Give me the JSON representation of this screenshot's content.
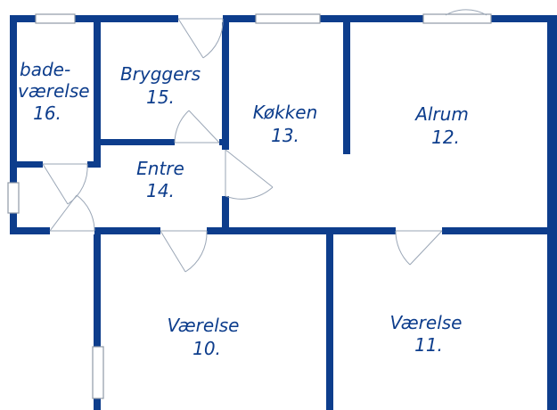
{
  "colors": {
    "wall": "#0d3d8c",
    "label": "#0d3d8c",
    "fixture": "#9aa6b6",
    "background": "#ffffff"
  },
  "rooms": {
    "badevaerelse": {
      "name_line1": "bade-",
      "name_line2": "værelse",
      "number": "16."
    },
    "bryggers": {
      "name": "Bryggers",
      "number": "15."
    },
    "koekken": {
      "name": "Køkken",
      "number": "13."
    },
    "alrum": {
      "name": "Alrum",
      "number": "12."
    },
    "entre": {
      "name": "Entre",
      "number": "14."
    },
    "vaerelse10": {
      "name": "Værelse",
      "number": "10."
    },
    "vaerelse11": {
      "name": "Værelse",
      "number": "11."
    }
  }
}
